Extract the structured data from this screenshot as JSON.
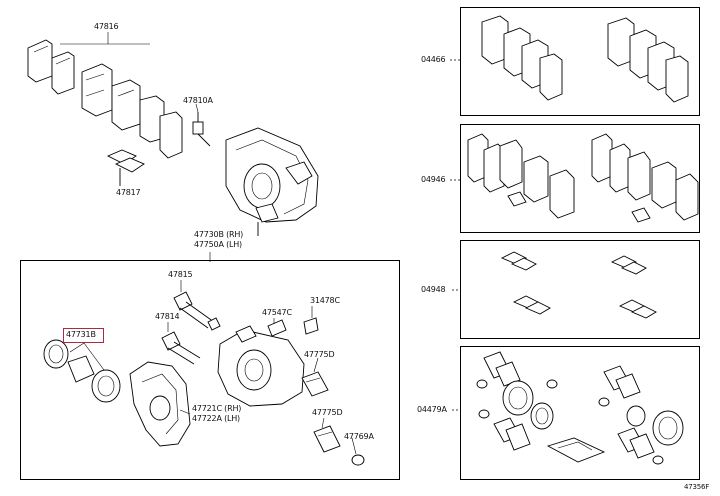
{
  "parts": {
    "p47816": "47816",
    "p47810a": "47810A",
    "p47817": "47817",
    "p47730b": "47730B (RH)",
    "p47750a": "47750A (LH)",
    "p47815": "47815",
    "p47814": "47814",
    "p47547c": "47547C",
    "p31478c": "31478C",
    "p47731b": "47731B",
    "p47775d_top": "47775D",
    "p47721c": "47721C (RH)",
    "p47722a": "47722A (LH)",
    "p47775d_bot": "47775D",
    "p47769a": "47769A"
  },
  "kits": {
    "k04466": "04466",
    "k04946": "04946",
    "k04948": "04948",
    "k04479a": "04479A"
  },
  "footer": {
    "ref": "47356F"
  },
  "colors": {
    "highlight": "#b0283f",
    "line": "#000000",
    "background": "#ffffff"
  },
  "highlighted_part": "47731B"
}
